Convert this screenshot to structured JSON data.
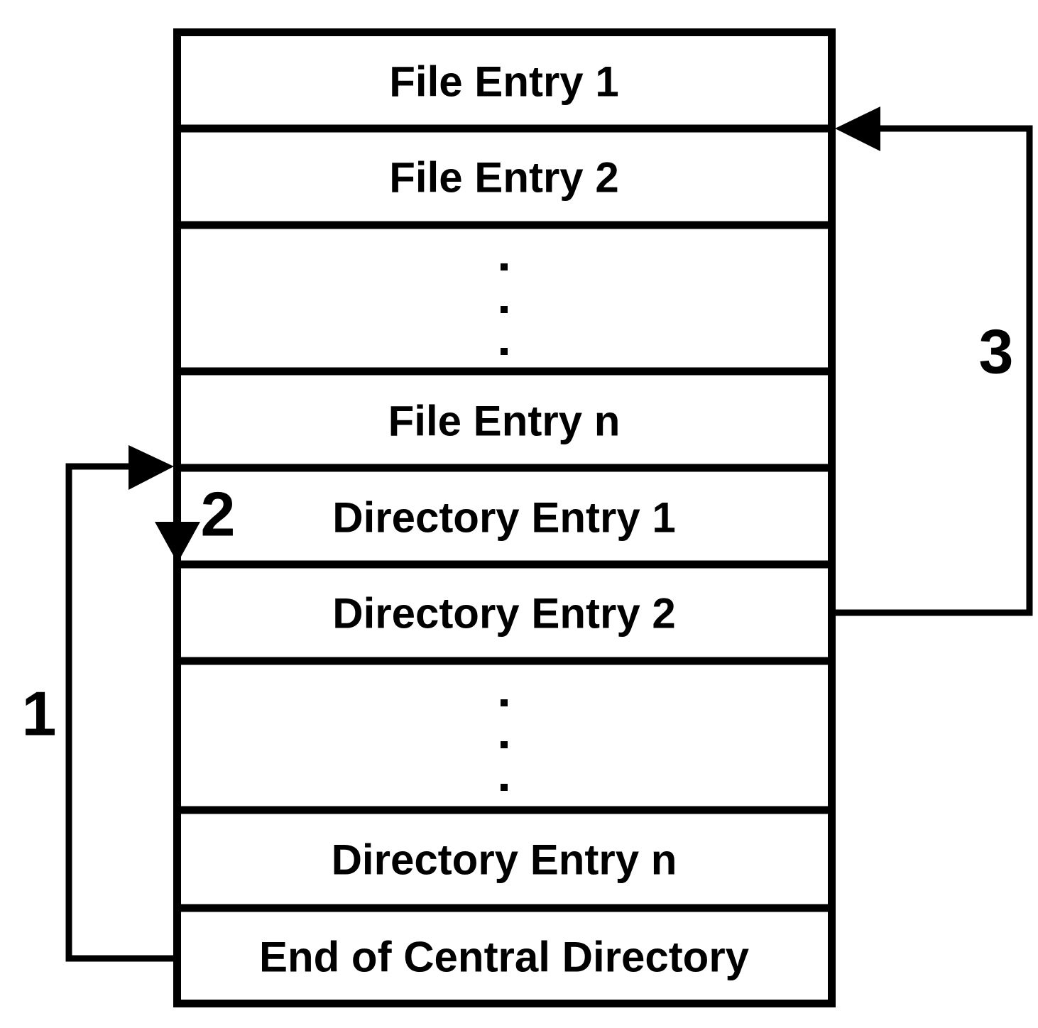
{
  "entries": [
    {
      "label": "File Entry 1"
    },
    {
      "label": "File Entry 2"
    },
    {
      "label": ""
    },
    {
      "label": "File Entry n"
    },
    {
      "label": "Directory Entry 1"
    },
    {
      "label": "Directory Entry 2"
    },
    {
      "label": ""
    },
    {
      "label": "Directory Entry n"
    },
    {
      "label": "End of Central Directory"
    }
  ],
  "steps": {
    "one": "1",
    "two": "2",
    "three": "3"
  },
  "colors": {
    "stroke": "#000000",
    "background": "#ffffff"
  }
}
